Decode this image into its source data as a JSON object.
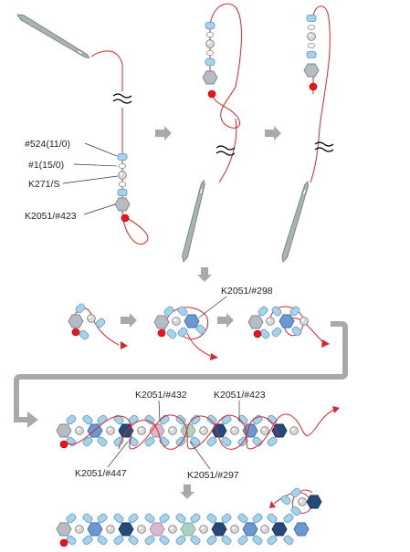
{
  "diagram": {
    "step1_labels": {
      "bead_seed_11": "#524(11/0)",
      "bead_seed_15": "#1(15/0)",
      "bead_pearl": "K271/S",
      "bead_bicone": "K2051/#423"
    },
    "step5_label": "K2051/#298",
    "band_labels": {
      "top_left": "K2051/#432",
      "top_right": "K2051/#423",
      "bottom_left": "K2051/#447",
      "bottom_right": "K2051/#297"
    },
    "colors": {
      "thread": "#d8262c",
      "needle": "#aab4ae",
      "arrow": "#a9a9a9",
      "seed_bead": "#a6d3ea",
      "gray_bicone": "#b6bcc4",
      "blue_bicone": "#6b98cf",
      "navy_bicone": "#25497a",
      "pink_bicone": "#dab9cf",
      "green_bicone": "#aed2c2"
    }
  }
}
